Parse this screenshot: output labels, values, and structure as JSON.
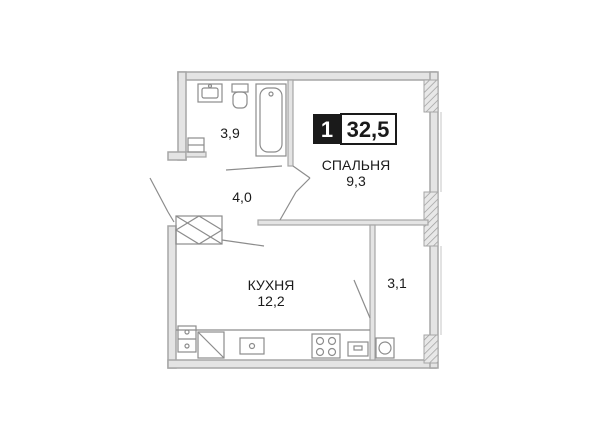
{
  "badge": {
    "rooms": "1",
    "total_area": "32,5"
  },
  "rooms": {
    "bathroom": {
      "area": "3,9"
    },
    "hall": {
      "area": "4,0"
    },
    "bedroom": {
      "name": "СПАЛЬНЯ",
      "area": "9,3"
    },
    "kitchen": {
      "name": "КУХНЯ",
      "area": "12,2"
    },
    "balcony": {
      "area": "3,1"
    }
  },
  "colors": {
    "wall": "#a6a6a6",
    "wall_fill": "#e4e4e4",
    "line": "#8c8c8c",
    "badge_dark": "#1a1a1a",
    "text": "#1a1a1a"
  }
}
